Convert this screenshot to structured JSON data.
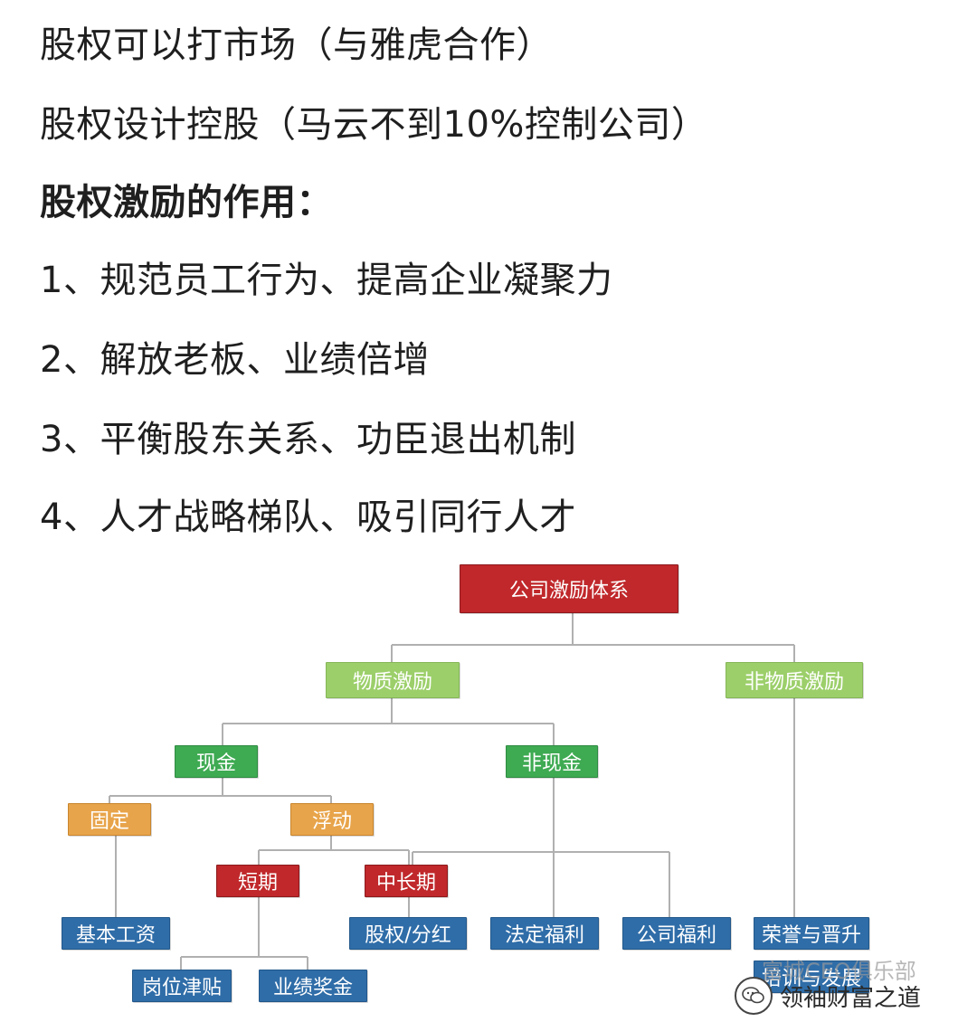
{
  "lines": [
    "股权可以打市场（与雅虎合作）",
    "股权设计控股（马云不到10%控制公司）",
    "股权激励的作用：",
    "1、规范员工行为、提高企业凝聚力",
    "2、解放老板、业绩倍增",
    "3、平衡股东关系、功臣退出机制",
    "4、人才战略梯队、吸引同行人才"
  ],
  "chart": {
    "root": "公司激励体系",
    "material": "物质激励",
    "non_material": "非物质激励",
    "cash": "现金",
    "non_cash": "非现金",
    "fixed": "固定",
    "floating": "浮动",
    "short_term": "短期",
    "mid_long_term": "中长期",
    "base_salary": "基本工资",
    "equity_dividend": "股权/分红",
    "statutory_welfare": "法定福利",
    "company_welfare": "公司福利",
    "honor_promotion": "荣誉与晋升",
    "training_development": "培训与发展",
    "post_allowance": "岗位津贴",
    "performance_bonus": "业绩奖金"
  },
  "watermark": {
    "icon": "wechat-icon",
    "text": "领袖财富之道",
    "faint_text": "富城CEO俱乐部"
  }
}
